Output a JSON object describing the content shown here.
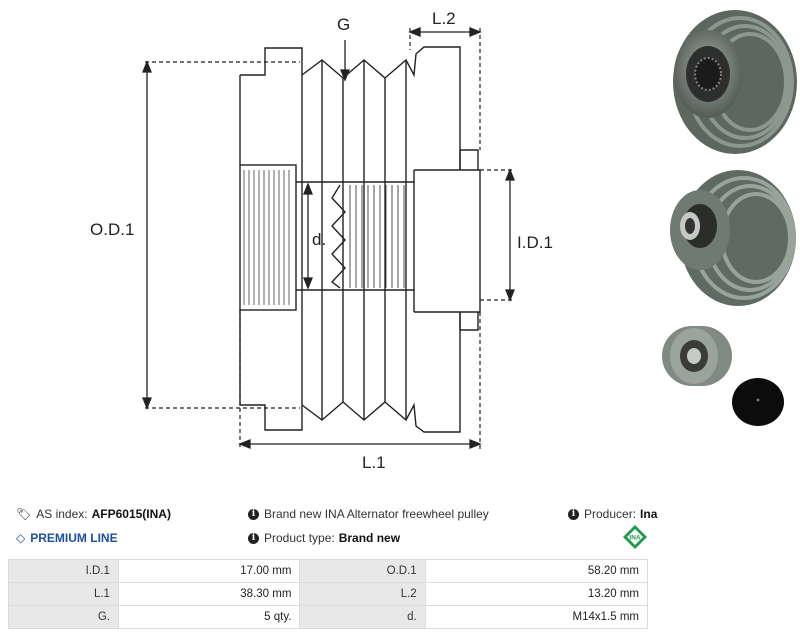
{
  "diagram": {
    "labels": {
      "groove": "G",
      "l2": "L.2",
      "od1": "O.D.1",
      "d": "d.",
      "id1": "I.D.1",
      "l1": "L.1"
    }
  },
  "photos": {
    "icons": [
      "pulley-photo-front",
      "pulley-photo-side",
      "pulley-photo-small-with-cap"
    ]
  },
  "info": {
    "as_index_label": "AS index:",
    "as_index_value": "AFP6015(INA)",
    "premium_line": "PREMIUM LINE",
    "description": "Brand new INA Alternator freewheel pulley",
    "product_type_label": "Product type:",
    "product_type_value": "Brand new",
    "producer_label": "Producer:",
    "producer_value": "Ina",
    "producer_logo_text": "INA"
  },
  "specs": [
    {
      "k1": "I.D.1",
      "v1": "17.00 mm",
      "k2": "O.D.1",
      "v2": "58.20 mm"
    },
    {
      "k1": "L.1",
      "v1": "38.30 mm",
      "k2": "L.2",
      "v2": "13.20 mm"
    },
    {
      "k1": "G.",
      "v1": "5 qty.",
      "k2": "d.",
      "v2": "M14x1.5 mm"
    }
  ],
  "colors": {
    "premium": "#1c4fa3",
    "ina_green": "#1e9a4a",
    "table_key_bg": "#e8e8e8"
  }
}
